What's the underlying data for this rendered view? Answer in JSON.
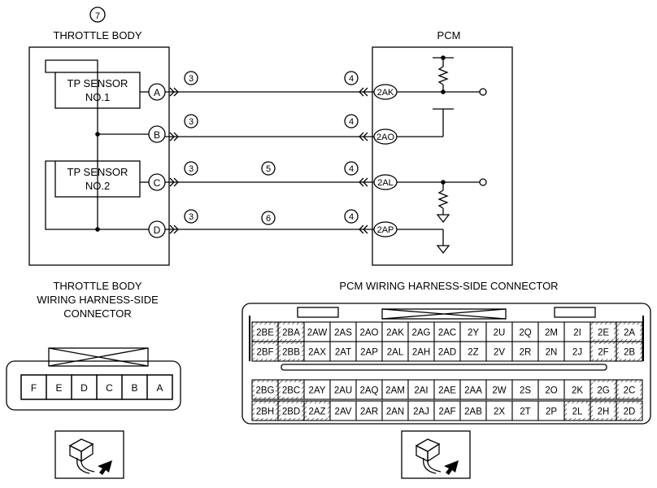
{
  "throttle_body": {
    "callout": "7",
    "title": "THROTTLE BODY",
    "tp1": [
      "TP SENSOR",
      "NO.1"
    ],
    "tp2": [
      "TP SENSOR",
      "NO.2"
    ],
    "pins": [
      "A",
      "B",
      "C",
      "D"
    ]
  },
  "pcm": {
    "title": "PCM",
    "terminals": [
      "2AK",
      "2AO",
      "2AL",
      "2AP"
    ]
  },
  "wire_callouts": {
    "left": [
      "3",
      "3",
      "3",
      "3"
    ],
    "right": [
      "4",
      "4",
      "4",
      "4"
    ],
    "mid_c": "5",
    "mid_d": "6"
  },
  "tb_connector": {
    "title": [
      "THROTTLE BODY",
      "WIRING HARNESS-SIDE",
      "CONNECTOR"
    ],
    "pins": [
      "F",
      "E",
      "D",
      "C",
      "B",
      "A"
    ]
  },
  "pcm_connector": {
    "title": "PCM WIRING HARNESS-SIDE CONNECTOR",
    "upper": [
      [
        "2BE",
        "2BA",
        "2AW",
        "2AS",
        "2AO",
        "2AK",
        "2AG",
        "2AC",
        "2Y",
        "2U",
        "2Q",
        "2M",
        "2I",
        "2E",
        "2A"
      ],
      [
        "2BF",
        "2BB",
        "2AX",
        "2AT",
        "2AP",
        "2AL",
        "2AH",
        "2AD",
        "2Z",
        "2V",
        "2R",
        "2N",
        "2J",
        "2F",
        "2B"
      ]
    ],
    "lower": [
      [
        "2BG",
        "2BC",
        "2AY",
        "2AU",
        "2AQ",
        "2AM",
        "2AI",
        "2AE",
        "2AA",
        "2W",
        "2S",
        "2O",
        "2K",
        "2G",
        "2C"
      ],
      [
        "2BH",
        "2BD",
        "2AZ",
        "2AV",
        "2AR",
        "2AN",
        "2AJ",
        "2AF",
        "2AB",
        "2X",
        "2T",
        "2P",
        "2L",
        "2H",
        "2D"
      ]
    ]
  }
}
